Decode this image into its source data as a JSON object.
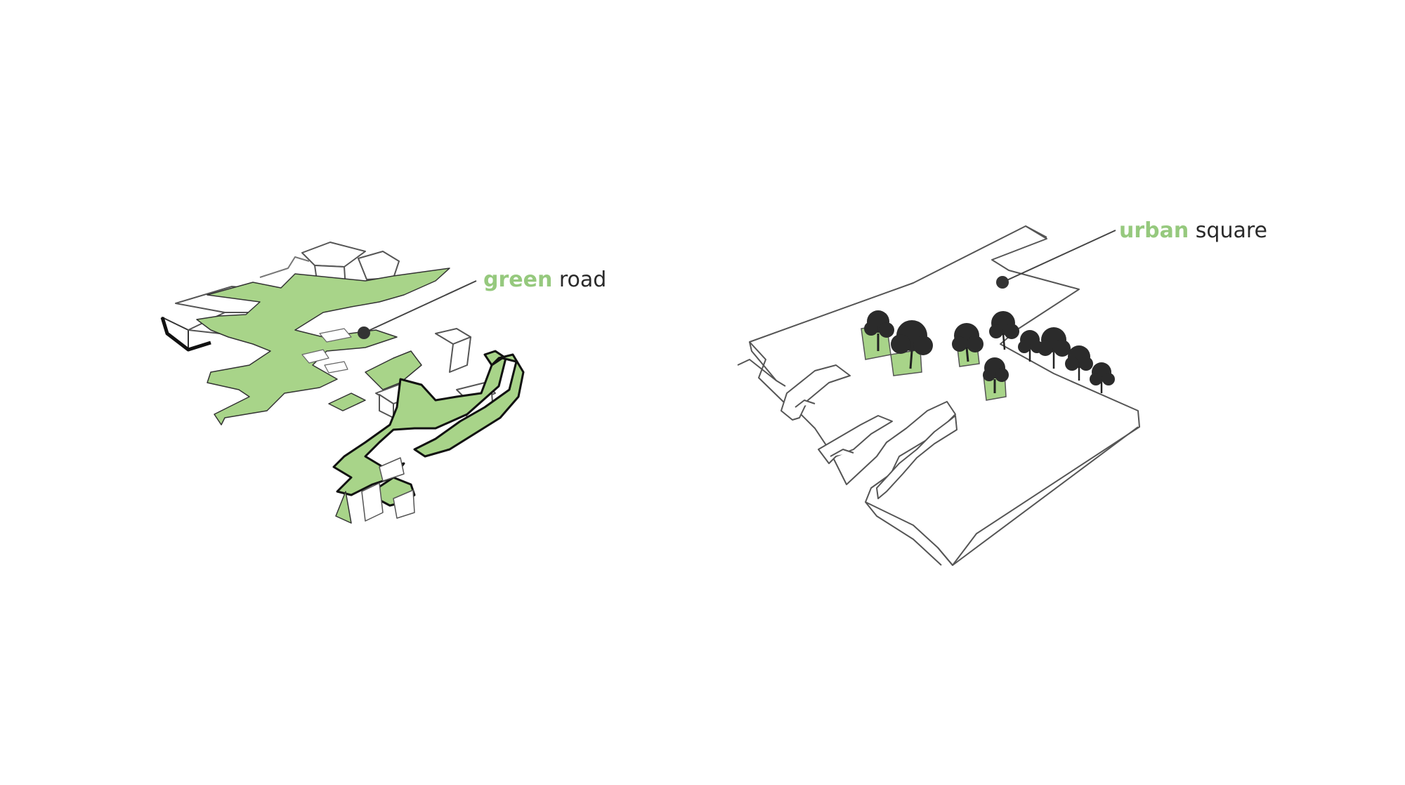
{
  "colors": {
    "background": "#ffffff",
    "green": "#a8d489",
    "accent_text": "#96c97e",
    "line": "#4a4a4a",
    "dot": "#333333",
    "tree": "#2b2b2b"
  },
  "left_diagram": {
    "label_highlight": "green",
    "label_rest": " road"
  },
  "right_diagram": {
    "label_highlight": "urban",
    "label_rest": " square"
  },
  "icons": [
    "tree-icon",
    "planter-icon",
    "callout-dot-icon"
  ]
}
